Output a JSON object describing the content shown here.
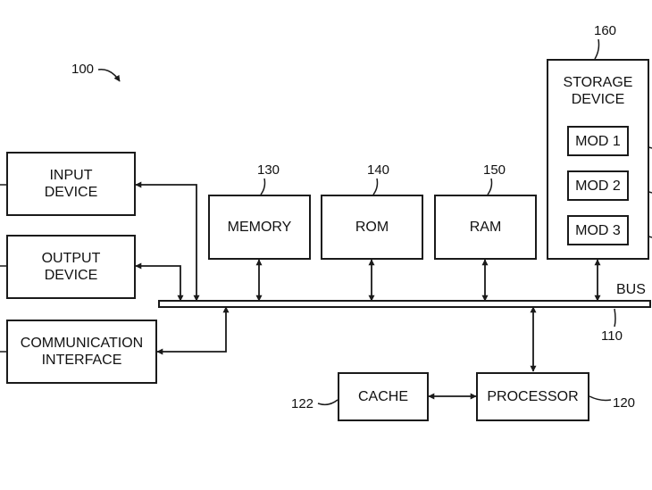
{
  "figure_ref": "100",
  "bus": {
    "label": "BUS",
    "ref": "110"
  },
  "input_device": {
    "label": "INPUT\nDEVICE"
  },
  "output_device": {
    "label": "OUTPUT\nDEVICE"
  },
  "communication_interface": {
    "label": "COMMUNICATION\nINTERFACE"
  },
  "memory": {
    "label": "MEMORY",
    "ref": "130"
  },
  "rom": {
    "label": "ROM",
    "ref": "140"
  },
  "ram": {
    "label": "RAM",
    "ref": "150"
  },
  "storage_device": {
    "label": "STORAGE\nDEVICE",
    "ref": "160",
    "modules": [
      "MOD 1",
      "MOD 2",
      "MOD 3"
    ]
  },
  "cache": {
    "label": "CACHE",
    "ref": "122"
  },
  "processor": {
    "label": "PROCESSOR",
    "ref": "120"
  }
}
